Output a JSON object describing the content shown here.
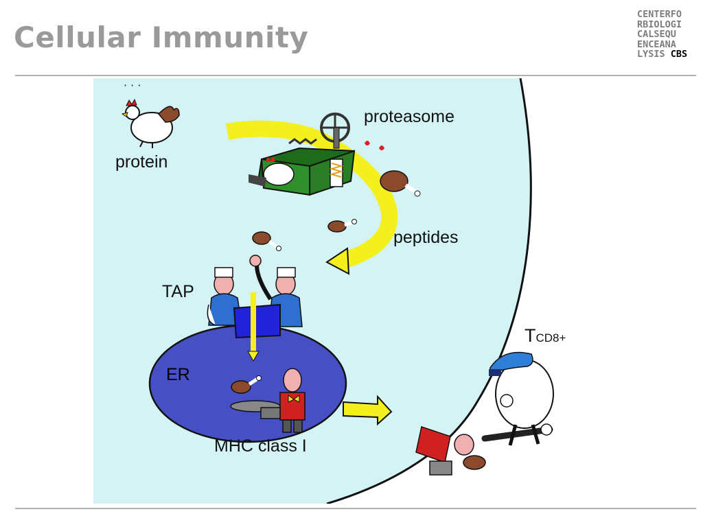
{
  "slide": {
    "title": "Cellular Immunity"
  },
  "logo": {
    "lines": [
      "CENTERFO",
      "RBIOLOGI",
      "CALSEQU",
      "ENCEANA"
    ],
    "last_line_prefix": "LYSIS",
    "last_line_brand": "CBS"
  },
  "diagram": {
    "labels": {
      "protein": "protein",
      "proteasome": "proteasome",
      "peptides": "peptides",
      "tap": "TAP",
      "er": "ER",
      "mhc": "MHC class I",
      "tcell_main": "T",
      "tcell_sub": "CD8+"
    }
  },
  "colors": {
    "cytoplasm": "#d4f3f5",
    "er": "#4650c4",
    "arrow_yellow": "#f4f01e",
    "proteasome_green": "#2f8f2a",
    "tap_blue": "#2222d8",
    "title_gray": "#9a9a9a",
    "rule_gray": "#b0b0b0"
  }
}
